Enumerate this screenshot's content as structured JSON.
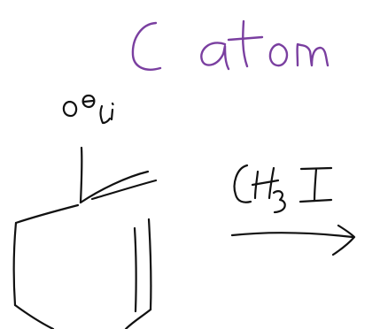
{
  "annotation": {
    "heading": "C atom",
    "substituent": "O⊖Li⊕",
    "reagent": "CH3I"
  },
  "colors": {
    "background": "#ffffff",
    "ink": "#111111",
    "highlight": "#7a3fa0"
  }
}
